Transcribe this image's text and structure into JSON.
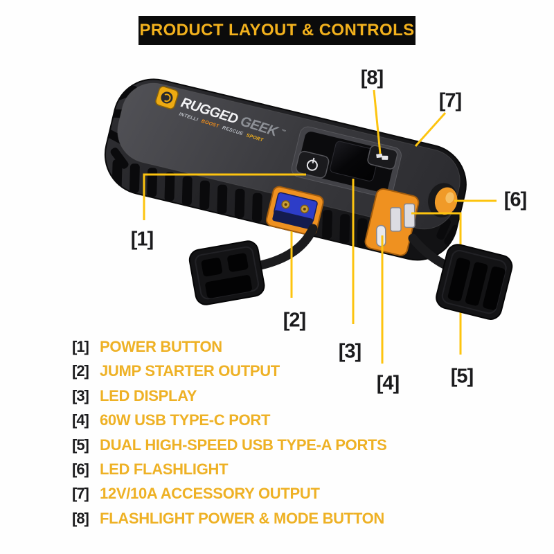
{
  "banner": {
    "title": "PRODUCT LAYOUT & CONTROLS",
    "bg_color": "#0b0b0b",
    "text_color": "#f2b11d"
  },
  "device": {
    "brand_primary": "RUGGED",
    "brand_secondary": "GEEK",
    "brand_tm": "™",
    "tagline_intelli": "INTELLI",
    "tagline_boost": "BOOST",
    "tagline_rescue": "RESCUE",
    "tagline_sport": "SPORT"
  },
  "callouts": {
    "c1": "[1]",
    "c2": "[2]",
    "c3": "[3]",
    "c4": "[4]",
    "c5": "[5]",
    "c6": "[6]",
    "c7": "[7]",
    "c8": "[8]"
  },
  "legend": {
    "items": [
      {
        "num": "[1]",
        "label": "POWER BUTTON"
      },
      {
        "num": "[2]",
        "label": "JUMP STARTER OUTPUT"
      },
      {
        "num": "[3]",
        "label": "LED DISPLAY"
      },
      {
        "num": "[4]",
        "label": "60W USB TYPE-C PORT"
      },
      {
        "num": "[5]",
        "label": "DUAL HIGH-SPEED USB TYPE-A PORTS"
      },
      {
        "num": "[6]",
        "label": "LED FLASHLIGHT"
      },
      {
        "num": "[7]",
        "label": "12V/10A ACCESSORY OUTPUT"
      },
      {
        "num": "[8]",
        "label": "FLASHLIGHT POWER & MODE BUTTON"
      }
    ]
  },
  "colors": {
    "callout_line": "#fdc40f",
    "legend_gold": "#eeb125",
    "accent_orange": "#ef9120",
    "connector_blue": "#2d3dc8",
    "device_dark": "#2c2c30"
  }
}
